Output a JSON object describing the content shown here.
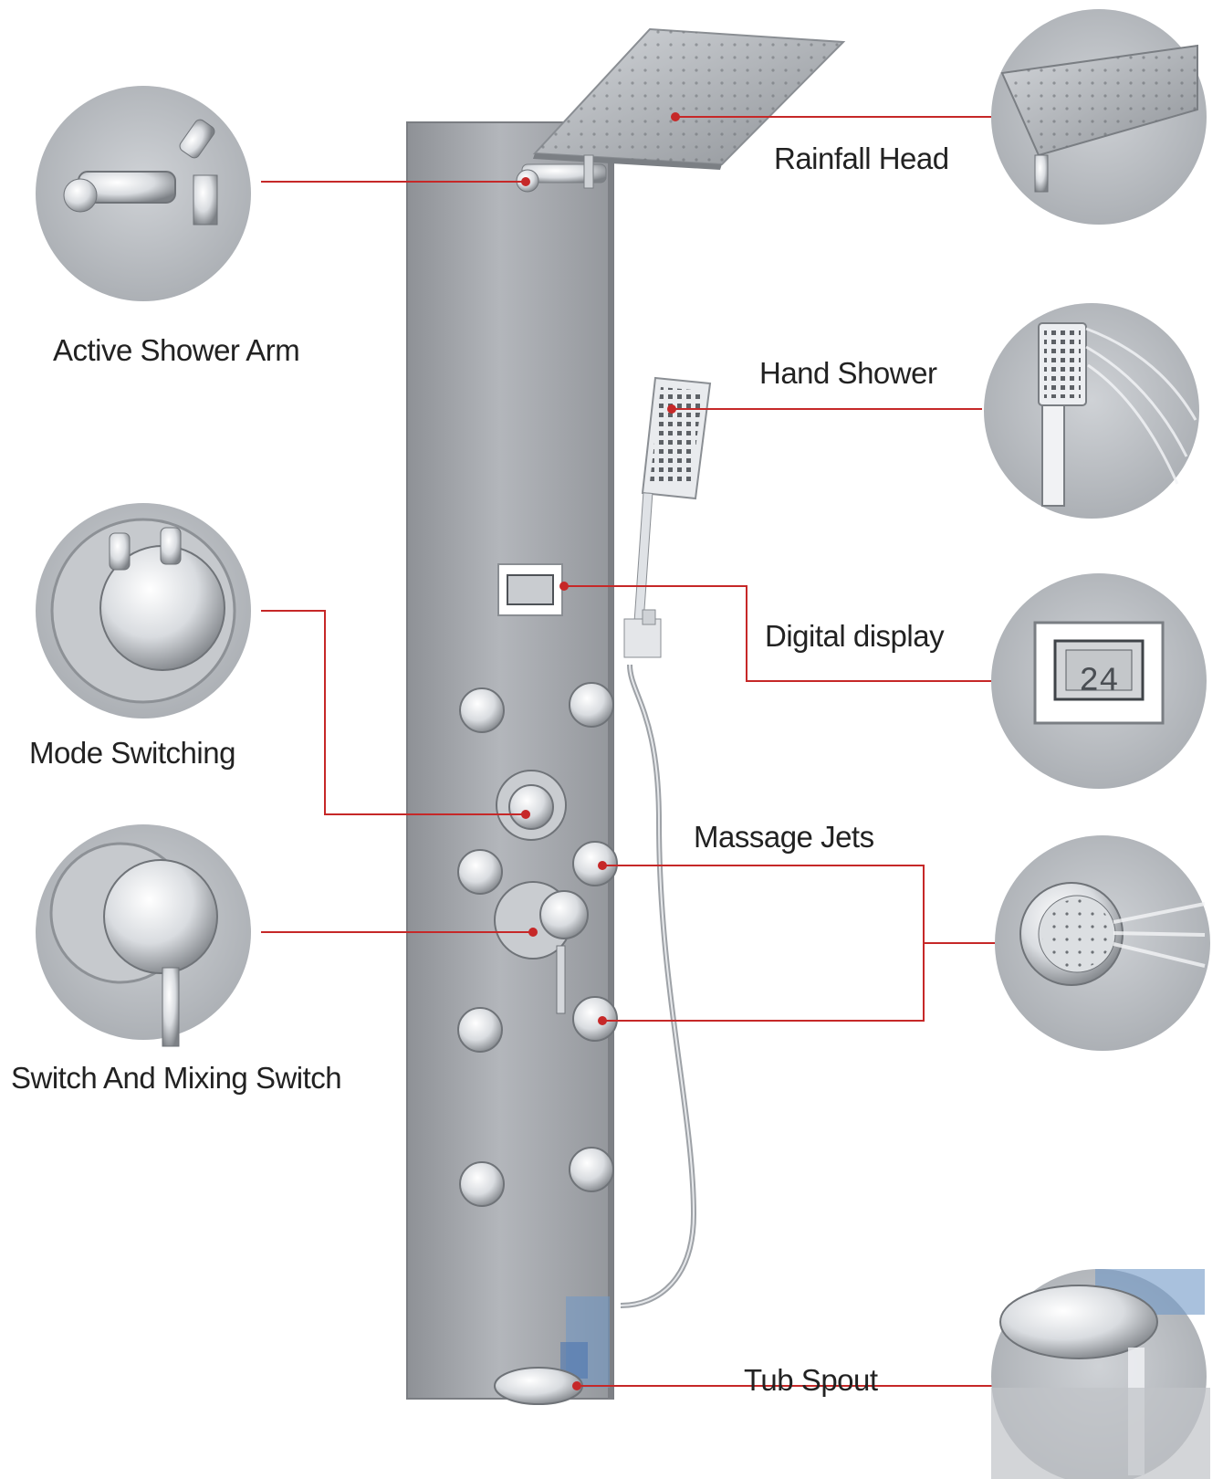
{
  "labels": {
    "rainfall_head": "Rainfall Head",
    "active_shower_arm": "Active Shower Arm",
    "hand_shower": "Hand Shower",
    "digital_display": "Digital display",
    "mode_switching": "Mode Switching",
    "massage_jets": "Massage Jets",
    "switch_and_mixing": "Switch And Mixing Switch",
    "tub_spout": "Tub Spout"
  },
  "display_reading": "24",
  "colors": {
    "leader_line": "#c62828",
    "panel": "#a3a6ab",
    "callout_bg": "#b9bcc1",
    "chrome": "#e4e6e9",
    "label_text": "#222222"
  }
}
